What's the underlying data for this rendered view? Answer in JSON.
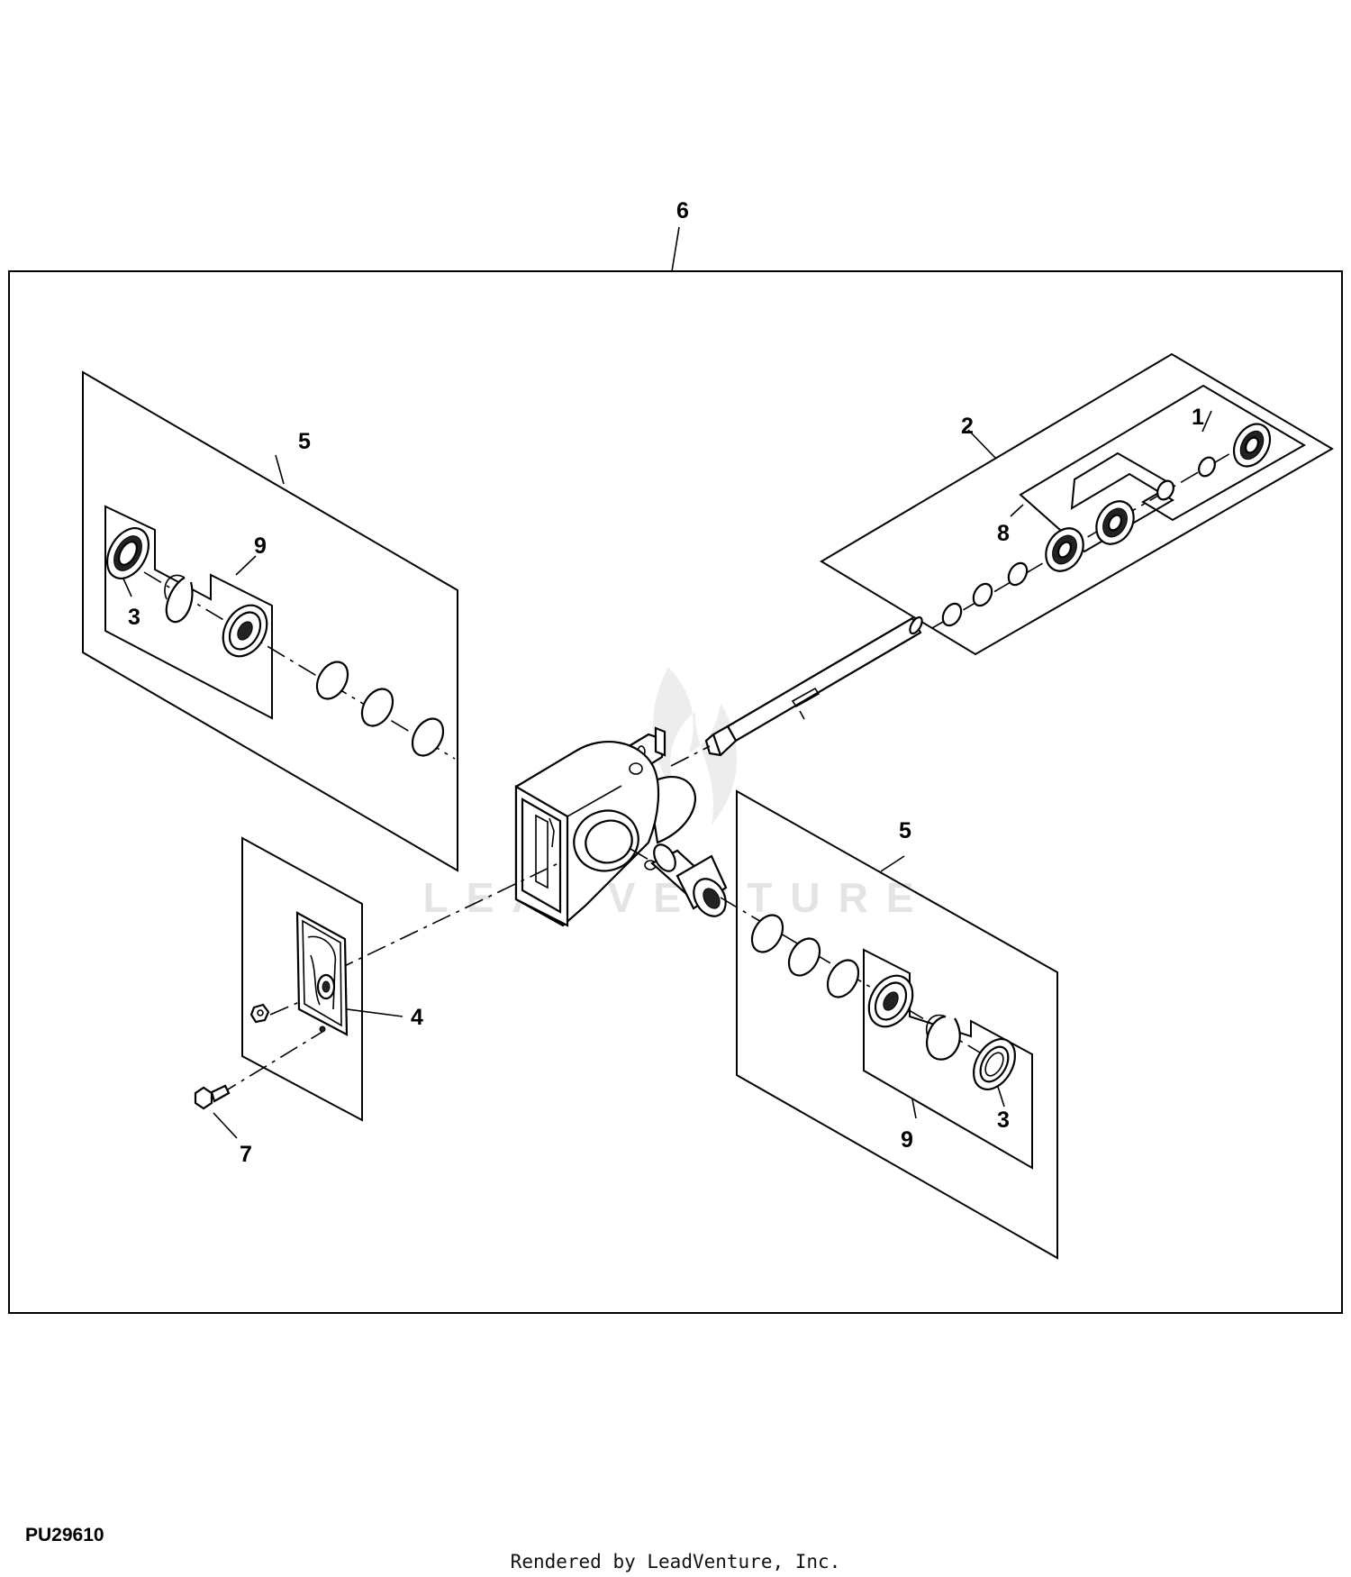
{
  "figure": {
    "id": "PU29610",
    "credit": "Rendered by LeadVenture, Inc.",
    "watermark": "LEADVENTURE"
  },
  "callouts": [
    {
      "key": "6",
      "text": "6"
    },
    {
      "key": "5a",
      "text": "5"
    },
    {
      "key": "9a",
      "text": "9"
    },
    {
      "key": "3a",
      "text": "3"
    },
    {
      "key": "2",
      "text": "2"
    },
    {
      "key": "1",
      "text": "1"
    },
    {
      "key": "8",
      "text": "8"
    },
    {
      "key": "5b",
      "text": "5"
    },
    {
      "key": "4",
      "text": "4"
    },
    {
      "key": "7",
      "text": "7"
    },
    {
      "key": "3b",
      "text": "3"
    },
    {
      "key": "9b",
      "text": "9"
    }
  ]
}
